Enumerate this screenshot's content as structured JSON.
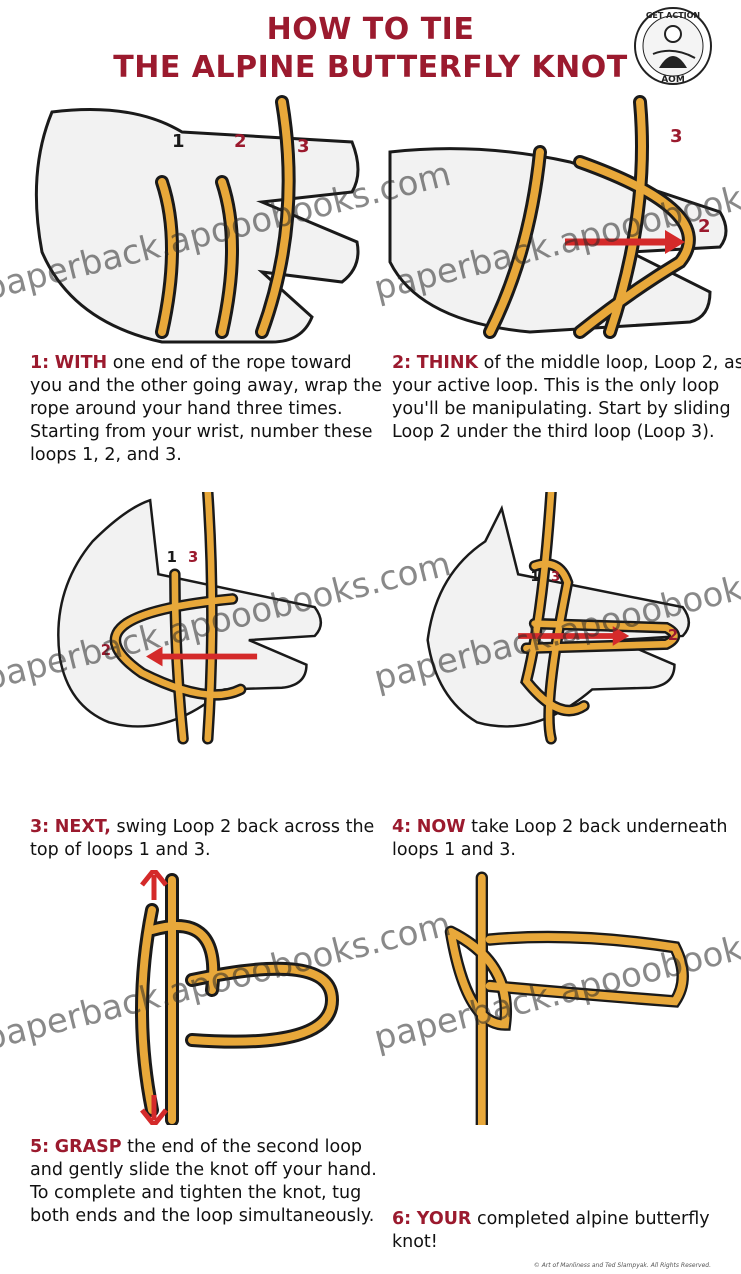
{
  "title": {
    "line1": "HOW TO TIE",
    "line2": "THE ALPINE BUTTERFLY KNOT"
  },
  "logo": {
    "top_text": "GET ACTION",
    "bottom_text": "AOM",
    "icon": "man-with-rope-icon"
  },
  "colors": {
    "accent": "#9b1a2e",
    "rope": "#e8a83a",
    "arrow": "#d42a2a",
    "skin": "#f2f2f2"
  },
  "steps": [
    {
      "number": "1:",
      "lead": "WITH",
      "text": " one end of the rope toward you and the other going away, wrap the rope around your hand three times. Starting from your wrist, number these loops 1, 2, and 3.",
      "labels": [
        "1",
        "2",
        "3"
      ]
    },
    {
      "number": "2:",
      "lead": "THINK",
      "text": " of the middle loop, Loop 2, as your active loop. This is the only loop you'll be manipulating. Start by sliding Loop 2 under the third loop (Loop 3).",
      "labels": [
        "3",
        "2"
      ]
    },
    {
      "number": "3:",
      "lead": "NEXT,",
      "text": " swing Loop 2 back across the top of loops 1 and 3.",
      "labels": [
        "1",
        "3",
        "2"
      ]
    },
    {
      "number": "4:",
      "lead": "NOW",
      "text": " take Loop 2 back underneath loops 1 and 3.",
      "labels": [
        "1",
        "3",
        "2"
      ]
    },
    {
      "number": "5:",
      "lead": "GRASP",
      "text": " the end of the second loop and gently slide the knot off your hand. To complete and tighten the knot, tug both ends and the loop simultaneously.",
      "labels": []
    },
    {
      "number": "6:",
      "lead": "YOUR",
      "text": " completed alpine butterfly knot!",
      "labels": []
    }
  ],
  "watermark": "paperback.apooobooks.com",
  "copyright": "© Art of Manliness and Ted Slampyak. All Rights Reserved."
}
